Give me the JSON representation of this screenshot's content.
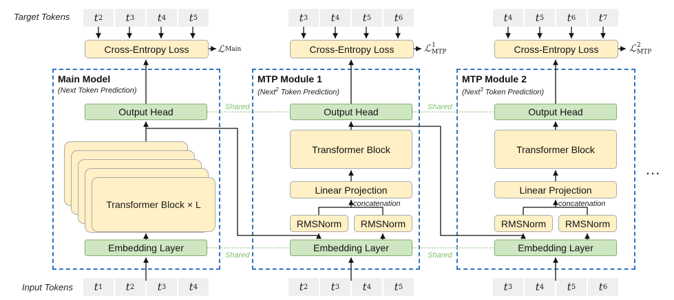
{
  "labels": {
    "target_tokens": "Target Tokens",
    "input_tokens": "Input Tokens"
  },
  "ellipsis": "...",
  "shared_label": "Shared",
  "concat_label": "concatenation",
  "modules": [
    {
      "title": "Main Model",
      "subtitle_pre": "(Next Token Prediction)",
      "subtitle_sup": "",
      "subtitle_post": "",
      "loss_label": "Cross-Entropy Loss",
      "loss_symbol": "L",
      "loss_sup": "",
      "loss_sub": "Main",
      "output_head": "Output Head",
      "transformer": "Transformer Block × L",
      "embedding": "Embedding Layer",
      "target_tokens": [
        {
          "b": "t",
          "s": "2"
        },
        {
          "b": "t",
          "s": "3"
        },
        {
          "b": "t",
          "s": "4"
        },
        {
          "b": "t",
          "s": "5"
        }
      ],
      "input_tokens": [
        {
          "b": "t",
          "s": "1"
        },
        {
          "b": "t",
          "s": "2"
        },
        {
          "b": "t",
          "s": "3"
        },
        {
          "b": "t",
          "s": "4"
        }
      ]
    },
    {
      "title": "MTP Module 1",
      "subtitle_pre": "(Next",
      "subtitle_sup": "2",
      "subtitle_post": " Token Prediction)",
      "loss_label": "Cross-Entropy Loss",
      "loss_symbol": "L",
      "loss_sup": "1",
      "loss_sub": "MTP",
      "output_head": "Output Head",
      "transformer": "Transformer Block",
      "linear": "Linear Projection",
      "rmsnorm": "RMSNorm",
      "embedding": "Embedding Layer",
      "target_tokens": [
        {
          "b": "t",
          "s": "3"
        },
        {
          "b": "t",
          "s": "4"
        },
        {
          "b": "t",
          "s": "5"
        },
        {
          "b": "t",
          "s": "6"
        }
      ],
      "input_tokens": [
        {
          "b": "t",
          "s": "2"
        },
        {
          "b": "t",
          "s": "3"
        },
        {
          "b": "t",
          "s": "4"
        },
        {
          "b": "t",
          "s": "5"
        }
      ]
    },
    {
      "title": "MTP Module 2",
      "subtitle_pre": "(Next",
      "subtitle_sup": "3",
      "subtitle_post": " Token Prediction)",
      "loss_label": "Cross-Entropy Loss",
      "loss_symbol": "L",
      "loss_sup": "2",
      "loss_sub": "MTP",
      "output_head": "Output Head",
      "transformer": "Transformer Block",
      "linear": "Linear Projection",
      "rmsnorm": "RMSNorm",
      "embedding": "Embedding Layer",
      "target_tokens": [
        {
          "b": "t",
          "s": "4"
        },
        {
          "b": "t",
          "s": "5"
        },
        {
          "b": "t",
          "s": "6"
        },
        {
          "b": "t",
          "s": "7"
        }
      ],
      "input_tokens": [
        {
          "b": "t",
          "s": "3"
        },
        {
          "b": "t",
          "s": "4"
        },
        {
          "b": "t",
          "s": "5"
        },
        {
          "b": "t",
          "s": "6"
        }
      ]
    }
  ],
  "colors": {
    "module_border": "#2f74c0",
    "green_fill": "#cfe6c3",
    "yellow_fill": "#fff0c6",
    "shared_text": "#7fbf6a"
  }
}
